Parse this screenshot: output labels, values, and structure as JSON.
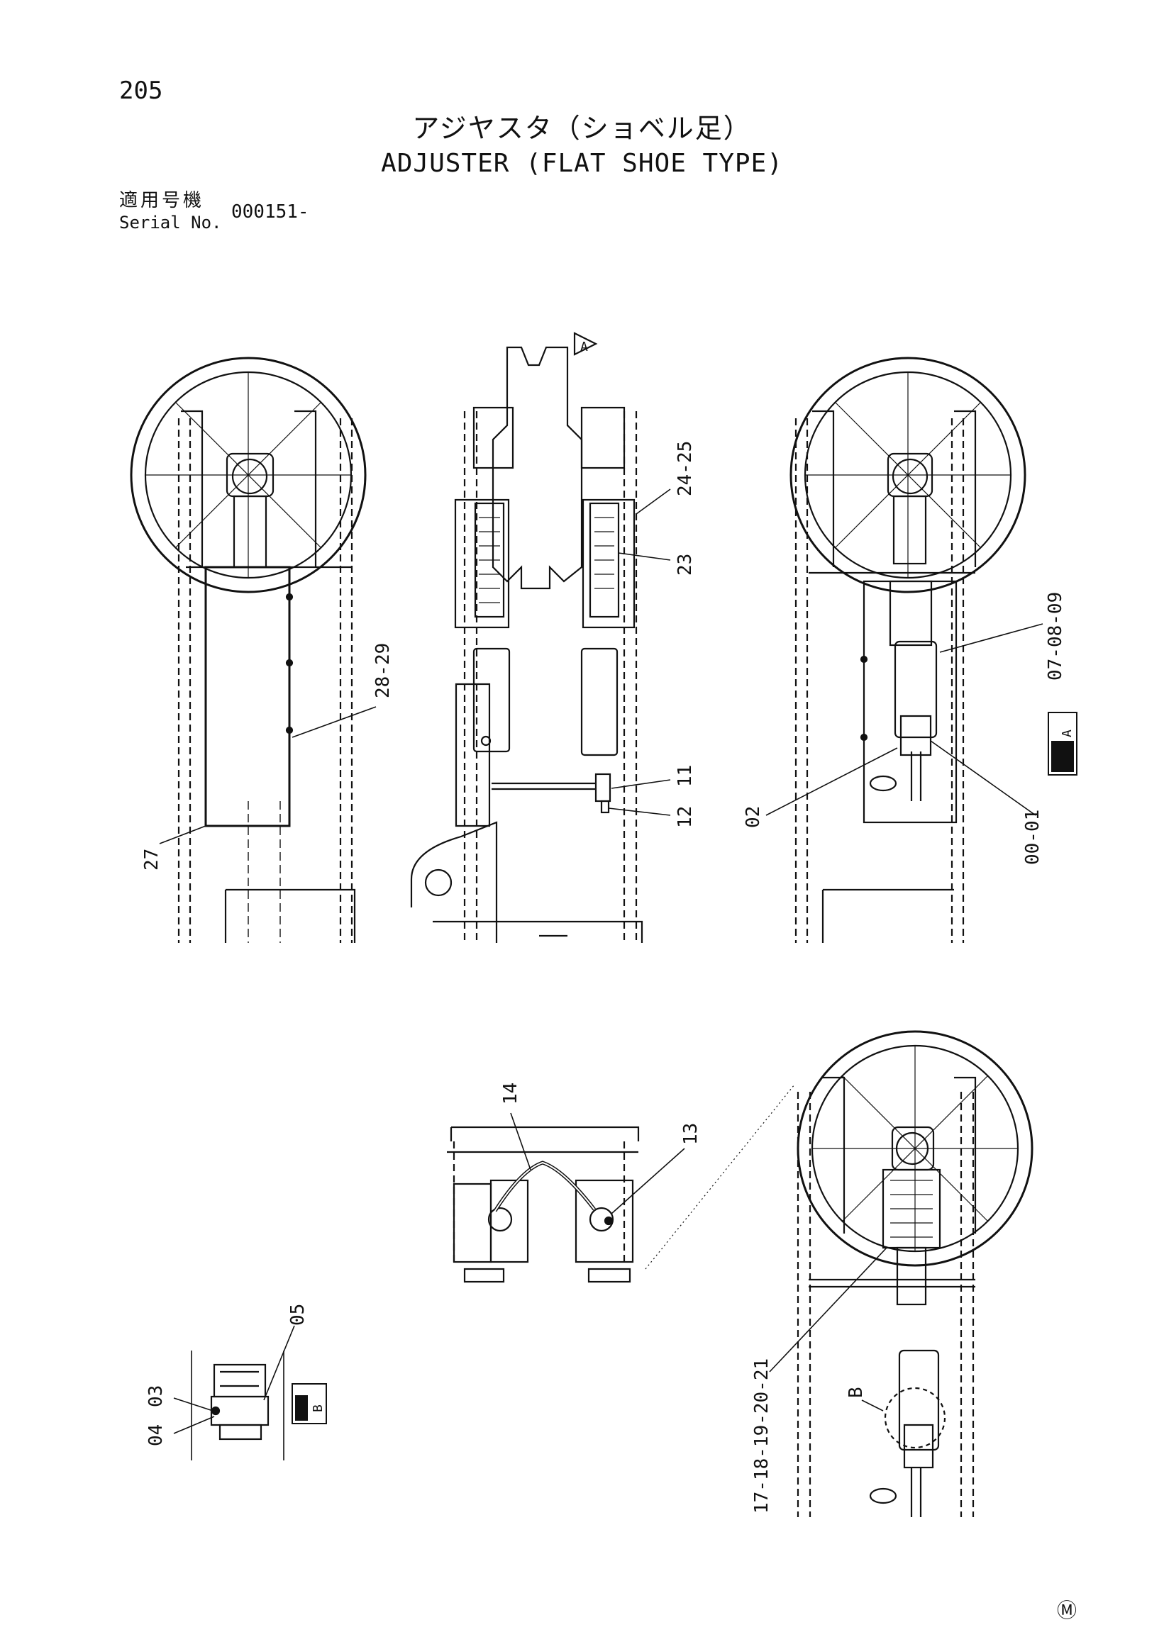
{
  "page_number": "205",
  "title_jp": "アジヤスタ（ショベル足）",
  "title_en": "ADJUSTER (FLAT SHOE TYPE)",
  "serial": {
    "label_jp": "適用号機",
    "label_en": "Serial No.",
    "value": "000151-"
  },
  "callouts": {
    "c28_29": "28-29",
    "c27": "27",
    "c24_25": "24-25",
    "c23": "23",
    "c11": "11",
    "c12": "12",
    "c07_08_09": "07-08-09",
    "c02": "02",
    "c00_01": "00-01",
    "c14": "14",
    "c13": "13",
    "c05": "05",
    "c03": "03",
    "c04": "04",
    "c17_21": "17-18-19-20-21",
    "cB": "B"
  },
  "view_marks": {
    "arrow_a": "A",
    "section_a": "A",
    "detail_b": "B"
  },
  "corner_mark": "Ⓜ"
}
